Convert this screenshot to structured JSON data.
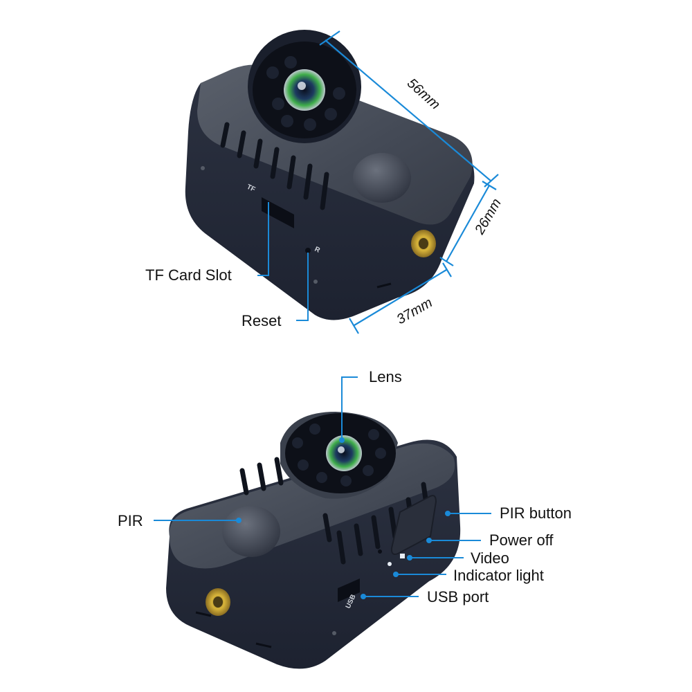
{
  "top_view": {
    "dimensions": {
      "length": "56mm",
      "height": "26mm",
      "width": "37mm"
    },
    "callouts": {
      "tf_card_slot": "TF Card Slot",
      "reset": "Reset"
    },
    "device_markings": {
      "tf": "TF",
      "reset_mark": "R"
    }
  },
  "bottom_view": {
    "callouts": {
      "lens": "Lens",
      "pir": "PIR",
      "pir_button": "PIR button",
      "power_off": "Power off",
      "video": "Video",
      "indicator_light": "Indicator light",
      "usb_port": "USB port"
    },
    "device_markings": {
      "usb": "USB"
    }
  },
  "colors": {
    "leader_line": "#1a8ad8",
    "body_dark": "#2b3140",
    "body_light": "#4a505c",
    "lens_green": "#3fae4a",
    "mount_gold": "#d8b43a"
  }
}
